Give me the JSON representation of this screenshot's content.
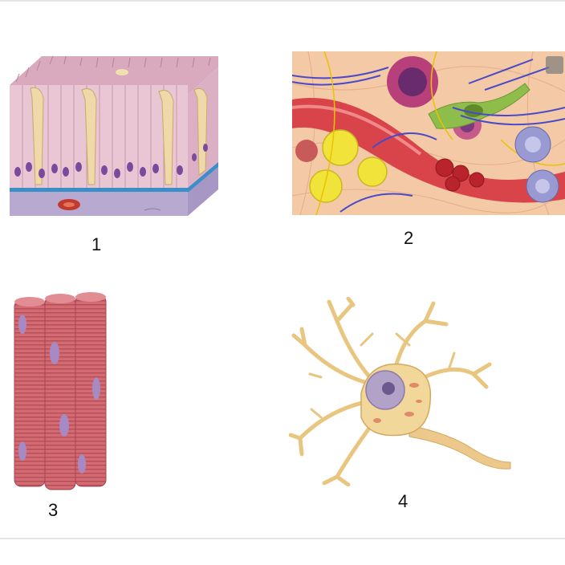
{
  "labels": {
    "p1": "1",
    "p2": "2",
    "p3": "3",
    "p4": "4"
  },
  "colors": {
    "epithelium": "#e8c6d4",
    "goblet": "#efd9a8",
    "nucleus": "#7a4a9c",
    "basement": "#3a8fc8",
    "connective_bg": "#f3c9a6",
    "vessel": "#d8444a",
    "fat_cell": "#f1e33a",
    "muscle": "#d46a72",
    "neuron": "#f1d79a"
  }
}
